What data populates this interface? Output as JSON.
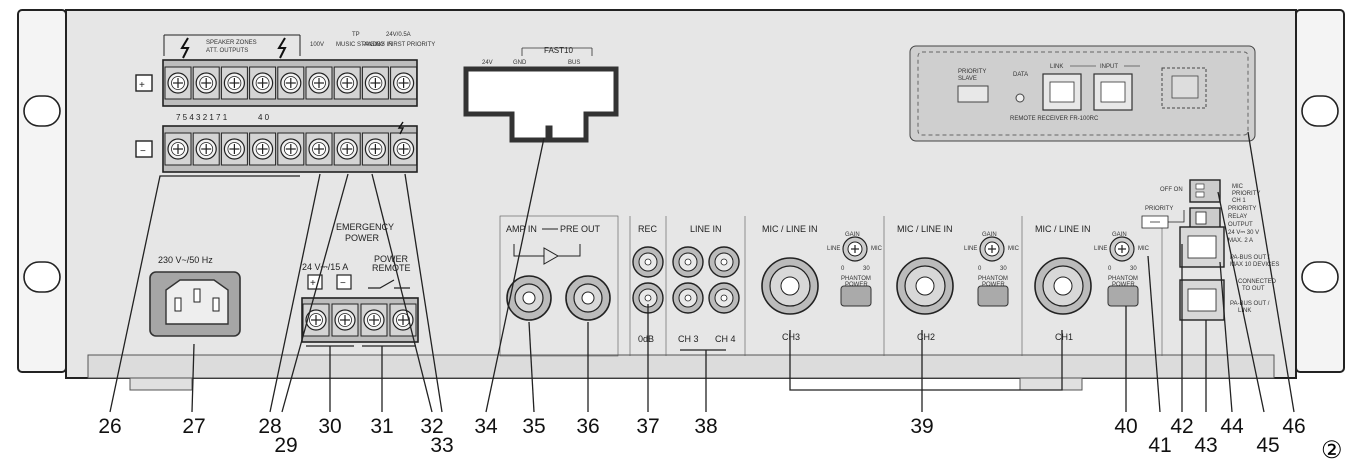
{
  "speaker_terminals": {
    "title_line1": "SPEAKER ZONES",
    "title_line2": "ATT. OUTPUTS",
    "col_labels": [
      "100V",
      "MUSIC STANDBY",
      "PAGING IN",
      "FIRST PRIORITY"
    ],
    "tp_label": "TP",
    "tp2_label": "24V/0.5A",
    "zone_numbers": "7 5 4 3 2 1 7 1",
    "zone_extra": "4 0",
    "plus_symbol": "+",
    "minus_symbol": "−"
  },
  "fast_terminal": {
    "title": "FAST10",
    "labels": [
      "24V",
      "GND",
      "BUS"
    ]
  },
  "remote_receiver": {
    "priority_label": "PRIORITY",
    "slave_label": "SLAVE",
    "data_label": "DATA",
    "link_label": "LINK",
    "input_label": "INPUT",
    "title": "REMOTE RECEIVER FR-100RC"
  },
  "power": {
    "mains_label": "230 V~/50 Hz",
    "emergency_title_1": "EMERGENCY",
    "emergency_title_2": "POWER",
    "emergency_rating": "24 V⎓/15 A",
    "remote_title_1": "POWER",
    "remote_title_2": "REMOTE"
  },
  "audio": {
    "amp_in": "AMP IN",
    "pre_out": "PRE OUT",
    "rec": "REC",
    "line_in": "LINE IN",
    "odb": "0dB",
    "ch3_short": "CH 3",
    "ch4_short": "CH 4",
    "mic_line_in": "MIC / LINE IN",
    "gain": "GAIN",
    "line": "LINE",
    "mic": "MIC",
    "phantom_1": "PHANTOM",
    "phantom_2": "POWER",
    "ch3": "CH3",
    "ch2": "CH2",
    "ch1": "CH1",
    "knob_min": "0",
    "knob_max": "30"
  },
  "right_panel": {
    "off_on": "OFF ON",
    "mic_priority_1": "MIC",
    "mic_priority_2": "PRIORITY",
    "mic_priority_3": "CH 1",
    "priority": "PRIORITY",
    "priority_relay_1": "PRIORITY",
    "priority_relay_2": "RELAY",
    "priority_relay_3": "OUTPUT",
    "priority_relay_4": "24 V⎓ 30 V",
    "priority_relay_5": "MAX. 2 A",
    "pa_bus_out_1": "PA-BUS OUT /",
    "pa_bus_out_2": "MAX 10 DEVICES",
    "connected_1": "CONNECTED",
    "connected_2": "TO OUT",
    "pa_bus_in_1": "PA-BUS OUT /",
    "pa_bus_in_2": "LINK"
  },
  "callouts": [
    "26",
    "27",
    "28",
    "29",
    "30",
    "31",
    "32",
    "33",
    "34",
    "35",
    "36",
    "37",
    "38",
    "39",
    "40",
    "41",
    "42",
    "43",
    "44",
    "45",
    "46"
  ],
  "figure_number": "②"
}
